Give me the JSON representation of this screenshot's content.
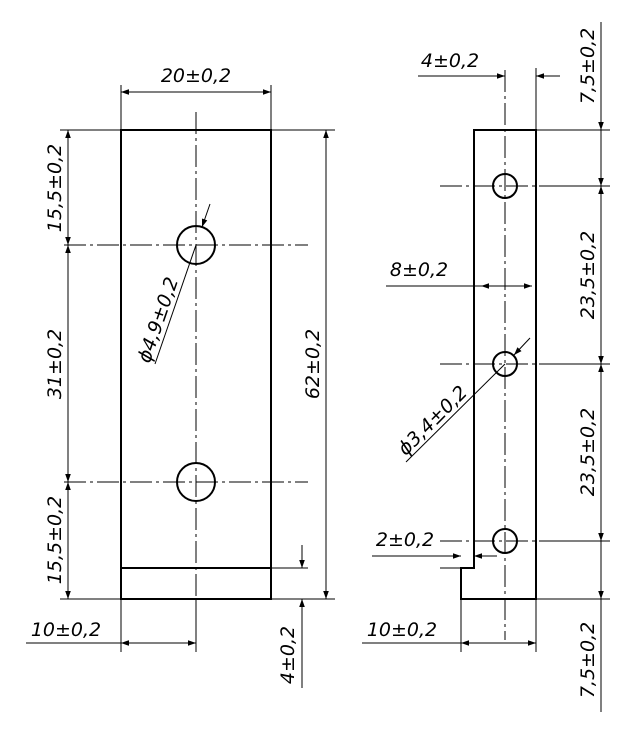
{
  "left_view": {
    "width_dim": "20±0,2",
    "top_offset_dim": "15,5±0,2",
    "hole_spacing_dim": "31±0,2",
    "bottom_offset_dim": "15,5±0,2",
    "height_dim": "62±0,2",
    "hole_diameter_dim": "ϕ4,9±0,2",
    "center_offset_dim": "10±0,2",
    "step_height_dim": "4±0,2"
  },
  "right_view": {
    "hole_center_dim": "4±0,2",
    "top_offset_dim": "7,5±0,2",
    "slot_width_dim": "8±0,2",
    "upper_spacing_dim": "23,5±0,2",
    "hole_diameter_dim": "ϕ3,4±0,2",
    "lower_spacing_dim": "23,5±0,2",
    "notch_dim": "2±0,2",
    "width_dim": "10±0,2",
    "bottom_offset_dim": "7,5±0,2"
  }
}
